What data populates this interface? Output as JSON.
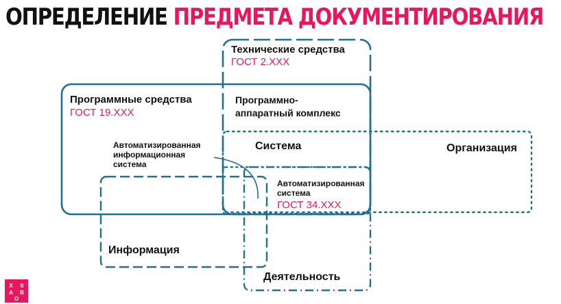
{
  "title": {
    "part1": "ОПРЕДЕЛЕНИЕ",
    "part2": "ПРЕДМЕТА ДОКУМЕНТИРОВАНИЯ"
  },
  "colors": {
    "accent": "#e8175d",
    "line": "#1e6f8e",
    "text": "#111111"
  },
  "diagram": {
    "tech": {
      "label": "Технические средства",
      "gost": "ГОСТ 2.XXX"
    },
    "prog": {
      "label": "Программные средства",
      "gost": "ГОСТ 19.XXX"
    },
    "pak": {
      "line1": "Программно-",
      "line2": "аппаратный комплекс"
    },
    "ais": {
      "line1": "Автоматизированная",
      "line2": "информационная",
      "line3": "система"
    },
    "system": "Система",
    "org": "Организация",
    "as": {
      "line1": "Автоматизированная",
      "line2": "система",
      "gost": "ГОСТ 34.XXX"
    },
    "info": "Информация",
    "activity": "Деятельность"
  },
  "logo": {
    "icon": "logo-icon",
    "letters": [
      "Х",
      "S",
      "А",
      "В",
      "О"
    ]
  }
}
